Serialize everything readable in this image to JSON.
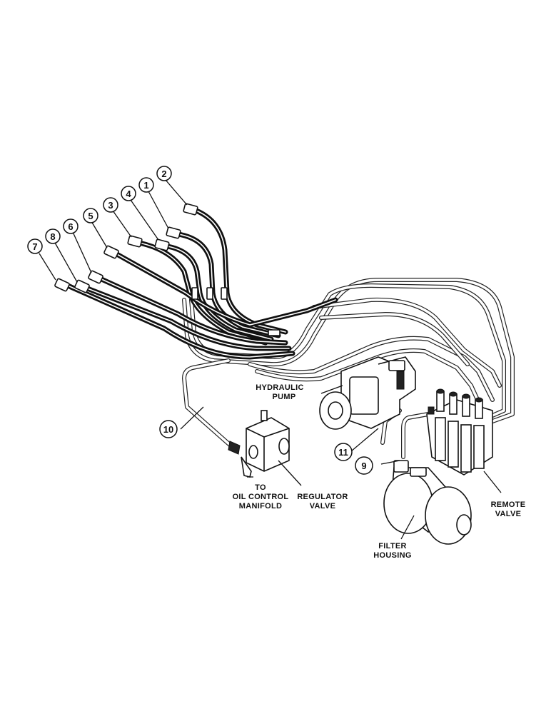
{
  "callouts": [
    {
      "id": "callout-1",
      "number": "1"
    },
    {
      "id": "callout-2",
      "number": "2"
    },
    {
      "id": "callout-3",
      "number": "3"
    },
    {
      "id": "callout-4",
      "number": "4"
    },
    {
      "id": "callout-5",
      "number": "5"
    },
    {
      "id": "callout-6",
      "number": "6"
    },
    {
      "id": "callout-7",
      "number": "7"
    },
    {
      "id": "callout-8",
      "number": "8"
    },
    {
      "id": "callout-9",
      "number": "9"
    },
    {
      "id": "callout-10",
      "number": "10"
    },
    {
      "id": "callout-11",
      "number": "11"
    }
  ],
  "labels": {
    "hydraulic_pump": [
      "HYDRAULIC",
      "PUMP"
    ],
    "to_oil_control_manifold": [
      "TO",
      "OIL CONTROL",
      "MANIFOLD"
    ],
    "regulator_valve": [
      "REGULATOR",
      "VALVE"
    ],
    "remote_valve": [
      "REMOTE",
      "VALVE"
    ],
    "filter_housing": [
      "FILTER",
      "HOUSING"
    ]
  }
}
